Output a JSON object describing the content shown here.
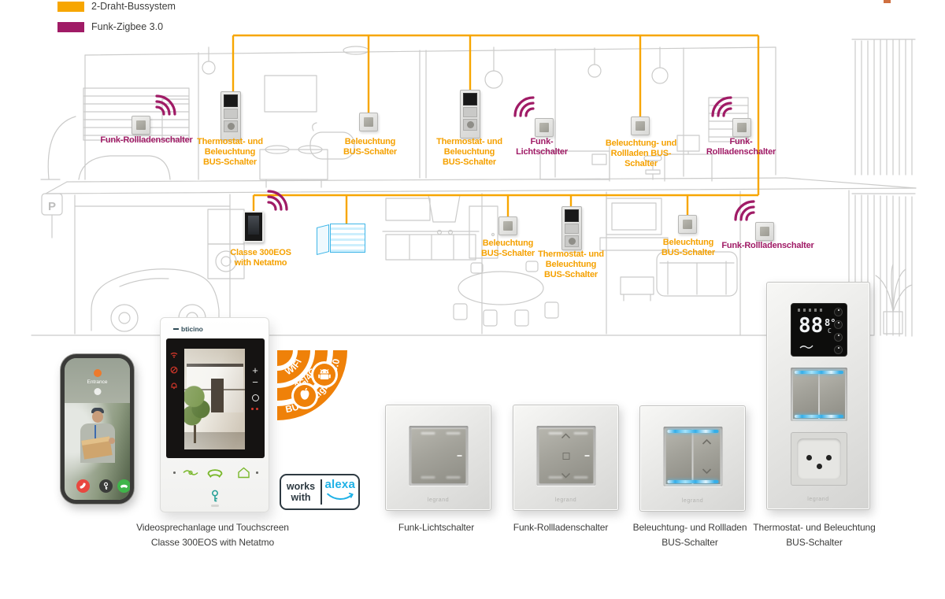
{
  "colors": {
    "bus": "#F7A600",
    "zigbee": "#A01B66",
    "orange-label": "#F5A100",
    "caption": "#3C3C3B",
    "line": "#CBCBCA",
    "led": "#45BCF0",
    "icon-orange": "#EF8109",
    "alexa": "#1FB1E6",
    "red": "#E2001A",
    "green": "#76B82A",
    "cabinet": "#3FB6E8"
  },
  "legend": {
    "items": [
      {
        "label": "2-Draht-Bussystem",
        "color": "#F7A600"
      },
      {
        "label": "Funk-Zigbee 3.0",
        "color": "#A01B66"
      }
    ]
  },
  "diagram": {
    "parking_sign": "P",
    "labels": [
      {
        "text": "Funk-Rollladenschalter",
        "wire": "zigbee"
      },
      {
        "text": "Thermostat- und\nBeleuchtung\nBUS-Schalter",
        "wire": "bus"
      },
      {
        "text": "Beleuchtung\nBUS-Schalter",
        "wire": "bus"
      },
      {
        "text": "Thermostat- und\nBeleuchtung\nBUS-Schalter",
        "wire": "bus"
      },
      {
        "text": "Funk-\nLichtschalter",
        "wire": "zigbee"
      },
      {
        "text": "Beleuchtung- und\nRollladen BUS-\nSchalter",
        "wire": "bus"
      },
      {
        "text": "Funk-\nRollladenschalter",
        "wire": "zigbee"
      },
      {
        "text": "Classe 300EOS\nwith Netatmo",
        "wire": "bus"
      },
      {
        "text": "Beleuchtung\nBUS-Schalter",
        "wire": "bus"
      },
      {
        "text": "Thermostat- und\nBeleuchtung\nBUS-Schalter",
        "wire": "bus"
      },
      {
        "text": "Beleuchtung\nBUS-Schalter",
        "wire": "bus"
      },
      {
        "text": "Funk-Rollladenschalter",
        "wire": "zigbee"
      }
    ]
  },
  "products": {
    "brand_mark": "legrand",
    "phone": {
      "caller_location": "Entrance"
    },
    "intercom": {
      "brand": "bticino",
      "caption": "Videosprechanlage und Touchscreen\nClasse 300EOS with Netatmo"
    },
    "connectivity": {
      "ring1": "WIFI",
      "ring2": "3G/4G",
      "ring3": "BUS + Zigbee 3.0"
    },
    "alexa_badge": {
      "left": "works\nwith",
      "right": "alexa"
    },
    "switches": [
      {
        "caption": "Funk-Lichtschalter"
      },
      {
        "caption": "Funk-Rollladenschalter"
      },
      {
        "caption": "Beleuchtung- und Rollladen\nBUS-Schalter"
      },
      {
        "caption": "Thermostat- und Beleuchtung\nBUS-Schalter",
        "thermostat": {
          "digits": "88",
          "decimal": "8°",
          "unit": "C"
        }
      }
    ]
  }
}
